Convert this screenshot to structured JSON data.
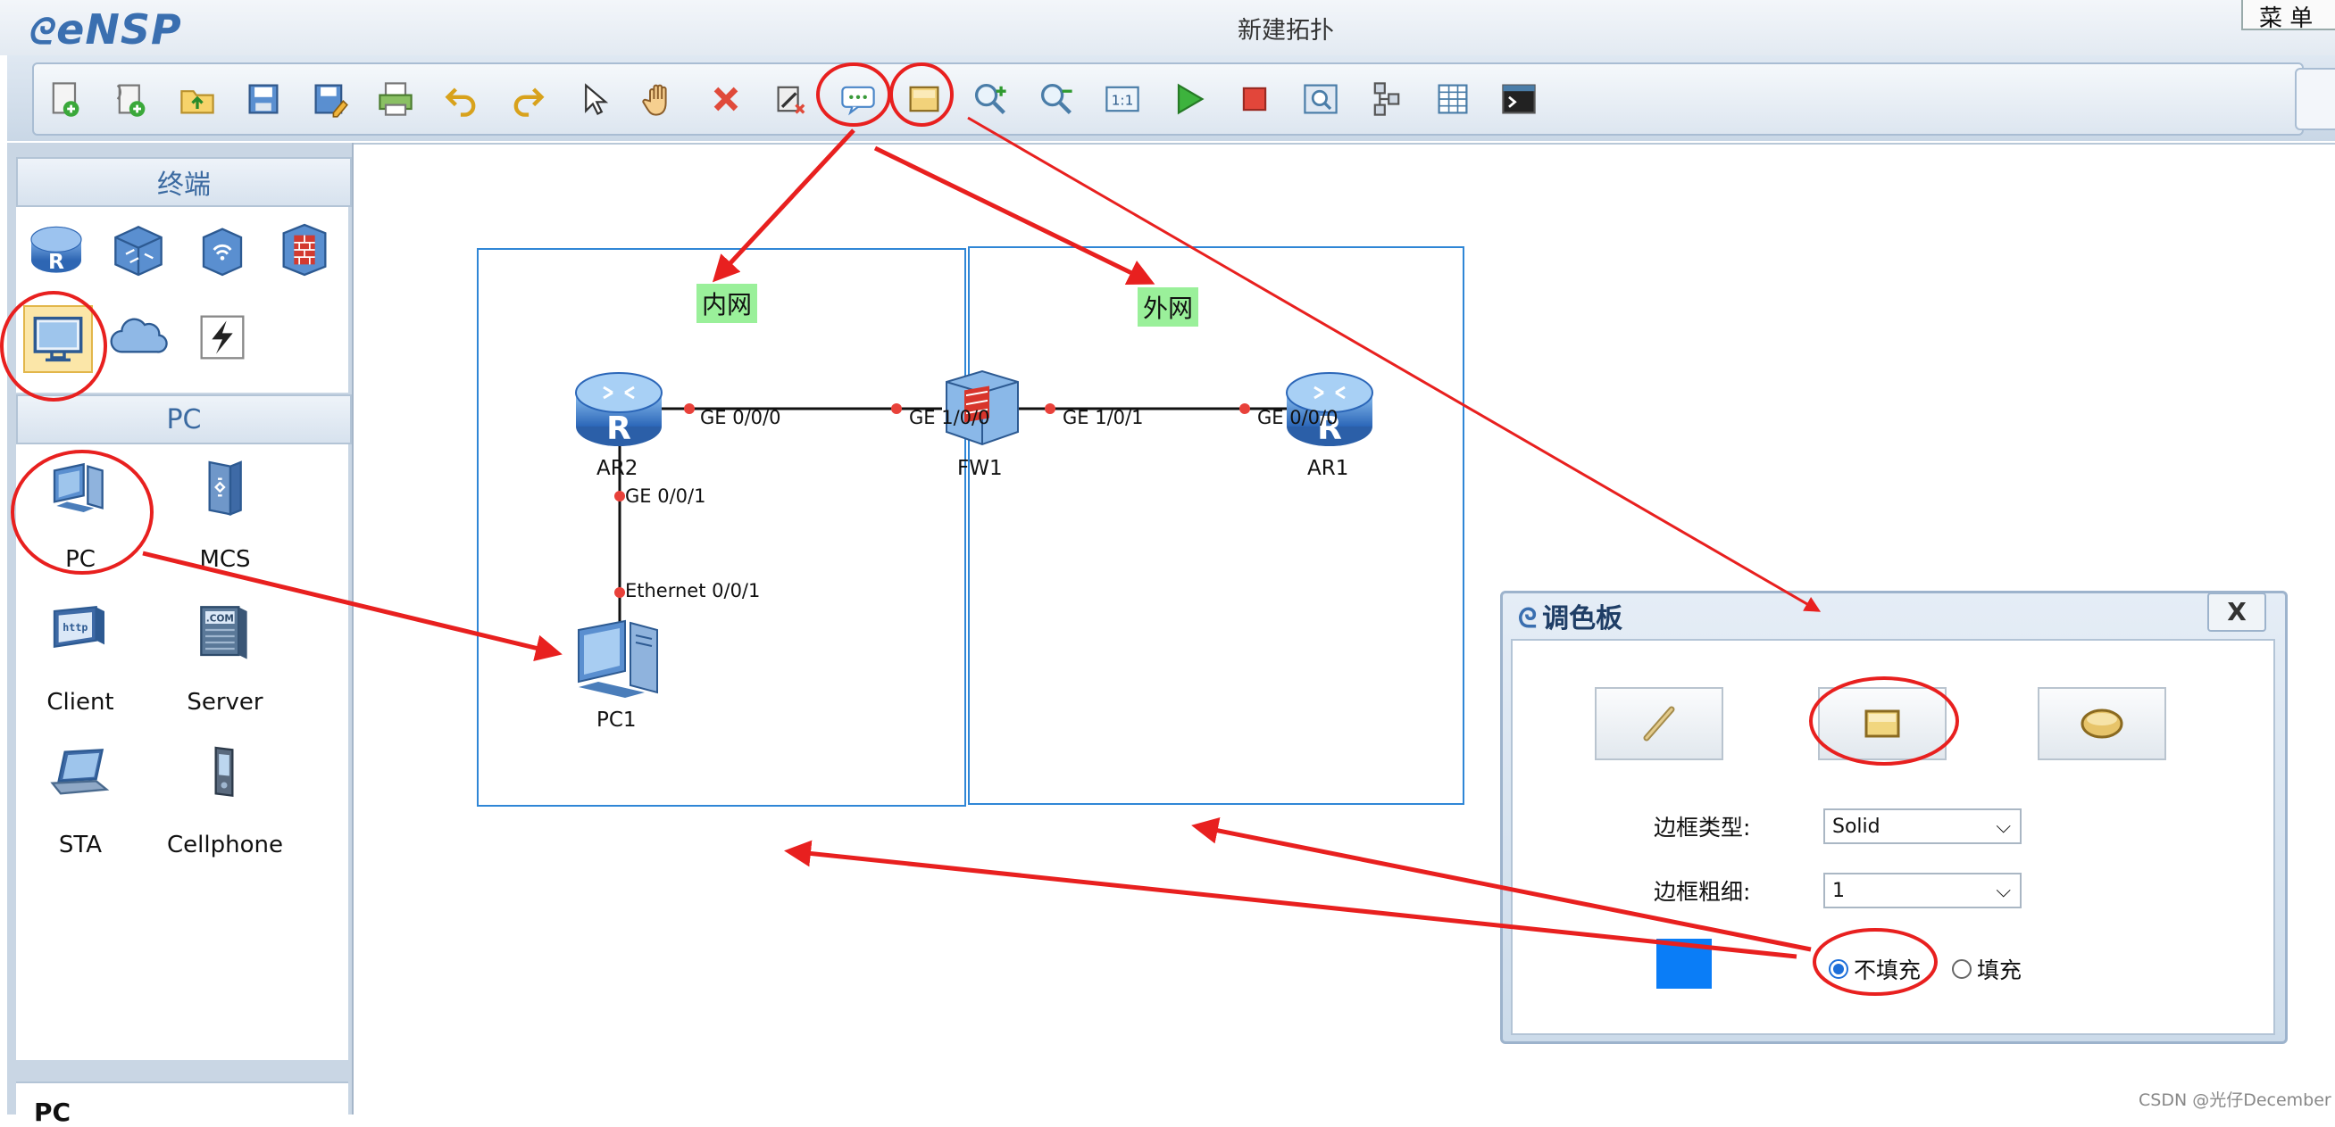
{
  "app": {
    "logo_text": "eNSP",
    "window_title": "新建拓扑",
    "menu_label": "菜 单"
  },
  "toolbar": {
    "buttons": [
      {
        "icon": "new-topology-icon"
      },
      {
        "icon": "new-example-icon"
      },
      {
        "icon": "open-icon"
      },
      {
        "icon": "save-icon"
      },
      {
        "icon": "save-as-icon"
      },
      {
        "icon": "print-icon"
      },
      {
        "icon": "undo-icon"
      },
      {
        "icon": "redo-icon"
      },
      {
        "icon": "select-icon"
      },
      {
        "icon": "hand-icon"
      },
      {
        "icon": "delete-icon"
      },
      {
        "icon": "delete-link-icon"
      },
      {
        "icon": "text-label-icon"
      },
      {
        "icon": "palette-icon"
      },
      {
        "icon": "zoom-in-icon"
      },
      {
        "icon": "zoom-out-icon"
      },
      {
        "icon": "fit-icon"
      },
      {
        "icon": "start-icon"
      },
      {
        "icon": "stop-icon"
      },
      {
        "icon": "capture-icon"
      },
      {
        "icon": "topology-icon"
      },
      {
        "icon": "grid-icon"
      },
      {
        "icon": "terminal-icon"
      }
    ]
  },
  "left_panel": {
    "section1_title": "终端",
    "section2_title": "PC",
    "device_types": [
      "router-icon",
      "switch-icon",
      "wlan-icon",
      "firewall-icon",
      "terminal-icon",
      "cloud-icon",
      "link-icon"
    ],
    "pc_devices": [
      {
        "label": "PC",
        "icon": "pc-icon"
      },
      {
        "label": "MCS",
        "icon": "mcs-server-icon"
      },
      {
        "label": "Client",
        "icon": "client-icon"
      },
      {
        "label": "Server",
        "icon": "server-icon"
      },
      {
        "label": "STA",
        "icon": "laptop-icon"
      },
      {
        "label": "Cellphone",
        "icon": "cellphone-icon"
      }
    ],
    "bottom_text": "PC"
  },
  "topology": {
    "areas": [
      {
        "label": "内网"
      },
      {
        "label": "外网"
      }
    ],
    "nodes": {
      "ar2": "AR2",
      "fw1": "FW1",
      "ar1": "AR1",
      "pc1": "PC1"
    },
    "ports": {
      "ar2_ge000": "GE 0/0/0",
      "fw1_ge100": "GE 1/0/0",
      "fw1_ge101": "GE 1/0/1",
      "ar1_ge000": "GE 0/0/0",
      "ar2_ge001": "GE 0/0/1",
      "pc1_eth": "Ethernet 0/0/1"
    }
  },
  "palette_dialog": {
    "title": "调色板",
    "close_label": "X",
    "border_type_label": "边框类型:",
    "border_type_value": "Solid",
    "border_width_label": "边框粗细:",
    "border_width_value": "1",
    "no_fill_label": "不填充",
    "fill_label": "填充",
    "selected_fill": "no_fill",
    "color": "#0A7DF7"
  },
  "annotation_color": "#E8201F",
  "watermark": "CSDN @光仔December"
}
